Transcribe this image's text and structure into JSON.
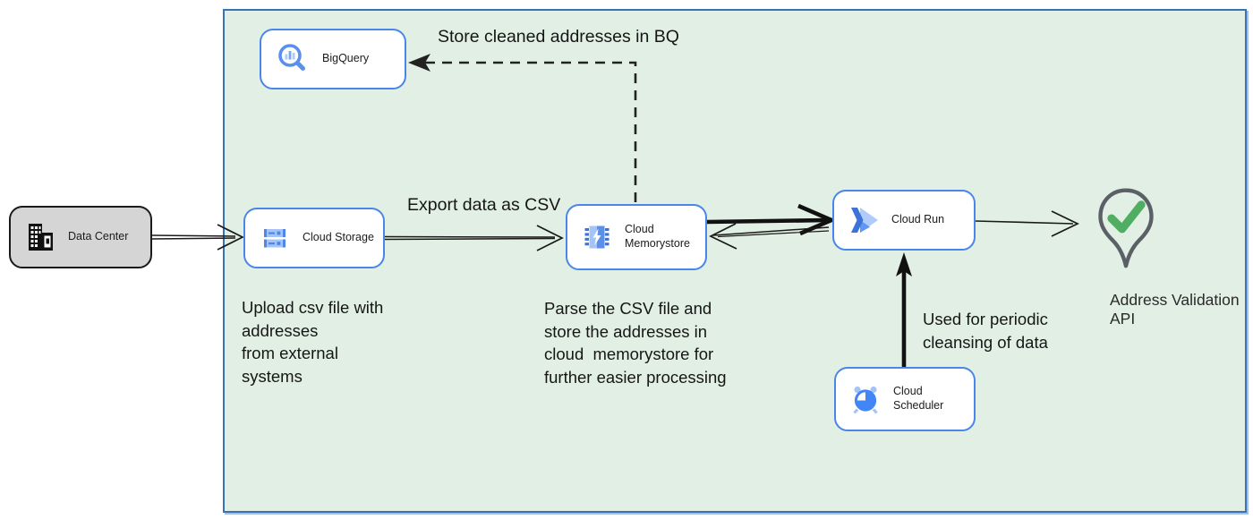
{
  "boundary": {
    "fill": "#e1efe4",
    "border_color": "#3a72b8"
  },
  "nodes": {
    "data_center": {
      "label": "Data Center",
      "icon": "building-icon",
      "fill": "#d5d5d5",
      "border_color": "#1a1a1a"
    },
    "bigquery": {
      "label": "BigQuery",
      "icon": "bigquery-magnifier-icon",
      "border_color": "#4a86e8"
    },
    "cloud_storage": {
      "label": "Cloud Storage",
      "icon": "storage-buckets-icon",
      "border_color": "#4a86e8"
    },
    "cloud_memorystore": {
      "label": "Cloud Memorystore",
      "icon": "memory-chip-bolt-icon",
      "border_color": "#4a86e8"
    },
    "cloud_run": {
      "label": "Cloud Run",
      "icon": "cloud-run-chevron-icon",
      "border_color": "#4a86e8"
    },
    "cloud_scheduler": {
      "label": "Cloud Scheduler",
      "icon": "alarm-clock-icon",
      "border_color": "#4a86e8"
    },
    "address_validation_api": {
      "label": "Address Validation\nAPI",
      "icon": "map-pin-check-icon",
      "pin_color": "#5b6066",
      "check_color": "#4fae62"
    }
  },
  "edge_labels": {
    "store_in_bq": "Store cleaned addresses in BQ",
    "export_csv": "Export data as CSV",
    "periodic_cleansing": "Used for periodic\ncleansing of data"
  },
  "notes": {
    "upload": "Upload csv file with\naddresses\nfrom external\nsystems",
    "parse": "Parse the CSV file and\nstore the addresses in\ncloud  memorystore for\nfurther easier processing"
  },
  "colors": {
    "icon_blue": "#4285f4",
    "icon_medium_blue": "#5b8fee",
    "icon_light_blue": "#aecbfa",
    "arrow_black": "#1a1a1a"
  }
}
